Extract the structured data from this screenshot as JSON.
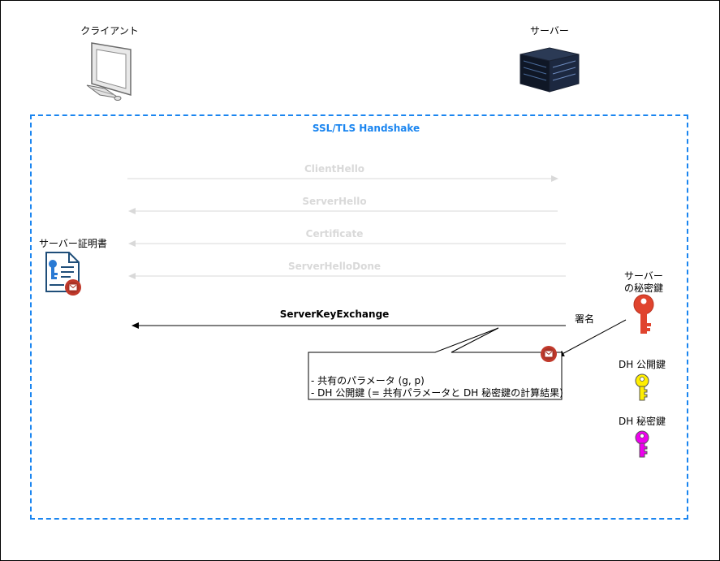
{
  "actors": {
    "client": "クライアント",
    "server": "サーバー"
  },
  "boundary": {
    "title": "SSL/TLS Handshake",
    "color": "#1a85f0"
  },
  "messages": [
    {
      "label": "ClientHello",
      "direction": "to-server",
      "faded": true
    },
    {
      "label": "ServerHello",
      "direction": "to-client",
      "faded": true
    },
    {
      "label": "Certificate",
      "direction": "to-client",
      "faded": true
    },
    {
      "label": "ServerHelloDone",
      "direction": "to-client",
      "faded": true
    },
    {
      "label": "ServerKeyExchange",
      "direction": "to-client",
      "faded": false
    }
  ],
  "certificate": {
    "label": "サーバー証明書"
  },
  "signature": {
    "label": "署名"
  },
  "note": {
    "line1": "- 共有のパラメータ (g, p)",
    "line2": "- DH 公開鍵 (= 共有パラメータと DH 秘密鍵の計算結果)"
  },
  "keys": {
    "server_private_line1": "サーバー",
    "server_private_line2": "の秘密鍵",
    "server_private_color": "#e0442e",
    "dh_public": "DH 公開鍵",
    "dh_public_color": "#ffee00",
    "dh_private": "DH 秘密鍵",
    "dh_private_color": "#ee00ee"
  },
  "icons": [
    "desktop-computer-icon",
    "server-rack-icon",
    "certificate-icon",
    "seal-icon",
    "key-icon"
  ]
}
